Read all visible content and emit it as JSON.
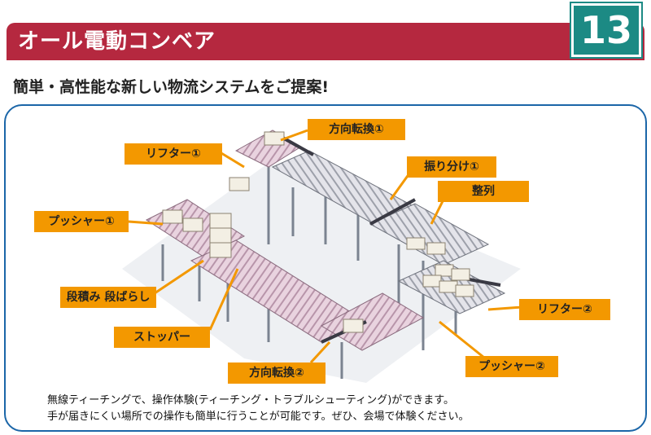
{
  "header": {
    "title": "オール電動コンベア",
    "number": "13"
  },
  "subtitle": "簡単・高性能な新しい物流システムをご提案!",
  "callouts": {
    "direction1": "方向転換①",
    "lifter1": "リフター①",
    "sort1": "振り分け①",
    "align": "整列",
    "pusher1": "プッシャー①",
    "stack": "段積み 段ばらし",
    "stopper": "ストッパー",
    "direction2": "方向転換②",
    "lifter2": "リフター②",
    "pusher2": "プッシャー②"
  },
  "description": [
    "無線ティーチングで、操作体験(ティーチング・トラブルシューティング)ができます。",
    "手が届きにくい場所での操作も簡単に行うことが可能です。ぜひ、会場で体験ください。"
  ],
  "colors": {
    "brand": "#b5283f",
    "badge": "#1c8a84",
    "callout": "#f39800",
    "frame": "#1b66a8"
  }
}
